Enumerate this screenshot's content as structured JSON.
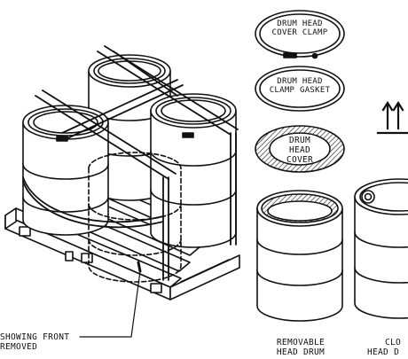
{
  "labels": {
    "cover_clamp": [
      "DRUM HEAD",
      "COVER CLAMP"
    ],
    "clamp_gasket": [
      "DRUM HEAD",
      "CLAMP GASKET"
    ],
    "head_cover": [
      "DRUM",
      "HEAD",
      "COVER"
    ],
    "cutaway_note": [
      "SHOWING FRONT",
      "REMOVED"
    ],
    "removable_drum": [
      "REMOVABLE",
      "HEAD DRUM"
    ],
    "closed_drum": [
      "CLO",
      "HEAD D"
    ]
  },
  "colors": {
    "line": "#111111",
    "background": "#ffffff"
  },
  "icons": {
    "orientation_arrows": "up-arrows-icon"
  }
}
